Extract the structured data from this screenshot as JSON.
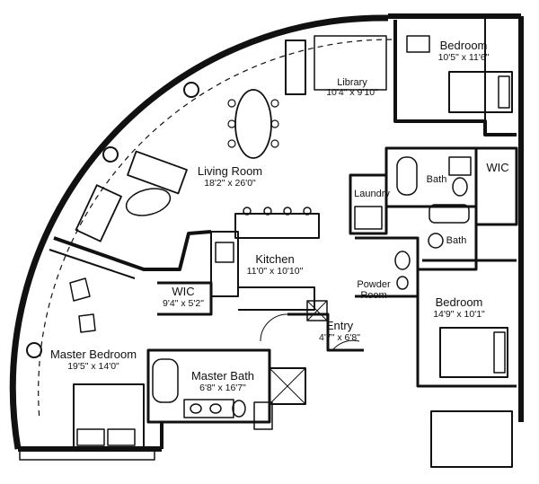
{
  "rooms": {
    "bedroom_top": {
      "name": "Bedroom",
      "dims": "10'5\" x 11'6\""
    },
    "library": {
      "name": "Library",
      "dims": "10'4\" x 9'10\""
    },
    "wic_right": {
      "name": "WIC",
      "dims": ""
    },
    "bath_top": {
      "name": "Bath",
      "dims": ""
    },
    "living_room": {
      "name": "Living Room",
      "dims": "18'2\" x 26'0\""
    },
    "laundry": {
      "name": "Laundry",
      "dims": ""
    },
    "bath_mid": {
      "name": "Bath",
      "dims": ""
    },
    "powder_room": {
      "name": "Powder\nRoom",
      "dims": ""
    },
    "kitchen": {
      "name": "Kitchen",
      "dims": "11'0\" x 10'10\""
    },
    "wic_left": {
      "name": "WIC",
      "dims": "9'4\" x 5'2\""
    },
    "bedroom_right": {
      "name": "Bedroom",
      "dims": "14'9\" x 10'1\""
    },
    "entry": {
      "name": "Entry",
      "dims": "4'7\" x 6'8\""
    },
    "master_bedroom": {
      "name": "Master Bedroom",
      "dims": "19'5\" x 14'0\""
    },
    "master_bath": {
      "name": "Master Bath",
      "dims": "6'8\" x 16'7\""
    }
  }
}
